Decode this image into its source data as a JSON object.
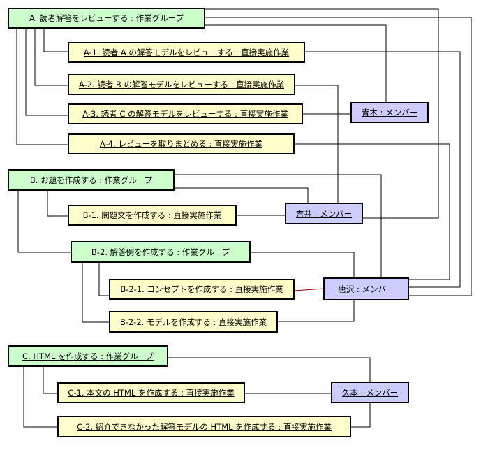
{
  "colors": {
    "group_fill": "#ccffcc",
    "task_fill": "#ffffcc",
    "member_fill": "#ccccff",
    "line": "#000000",
    "accent_line": "#990000"
  },
  "nodes": {
    "groupA": "A. 読者解答をレビューする : 作業グループ",
    "taskA1": "A-1. 読者 A の解答モデルをレビューする : 直接実施作業",
    "taskA2": "A-2. 読者 B の解答モデルをレビューする : 直接実施作業",
    "taskA3": "A-3. 読者 C の解答モデルをレビューする : 直接実施作業",
    "taskA4": "A-4. レビューを取りまとめる : 直接実施作業",
    "groupB": "B. お題を作成する : 作業グループ",
    "taskB1": "B-1. 問題文を作成する : 直接実施作業",
    "groupB2": "B-2. 解答例を作成する : 作業グループ",
    "taskB21": "B-2-1. コンセプトを作成する : 直接実施作業",
    "taskB22": "B-2-2. モデルを作成する : 直接実施作業",
    "groupC": "C. HTML を作成する : 作業グループ",
    "taskC1": "C-1. 本文の HTML を作成する : 直接実施作業",
    "taskC2": "C-2. 紹介できなかった解答モデルの HTML を作成する : 直接実施作業",
    "memberAoki": "青木 : メンバー",
    "memberYoshii": "吉井 : メンバー",
    "memberKarasawa": "唐沢 : メンバー",
    "memberKumoto": "久本 : メンバー"
  }
}
